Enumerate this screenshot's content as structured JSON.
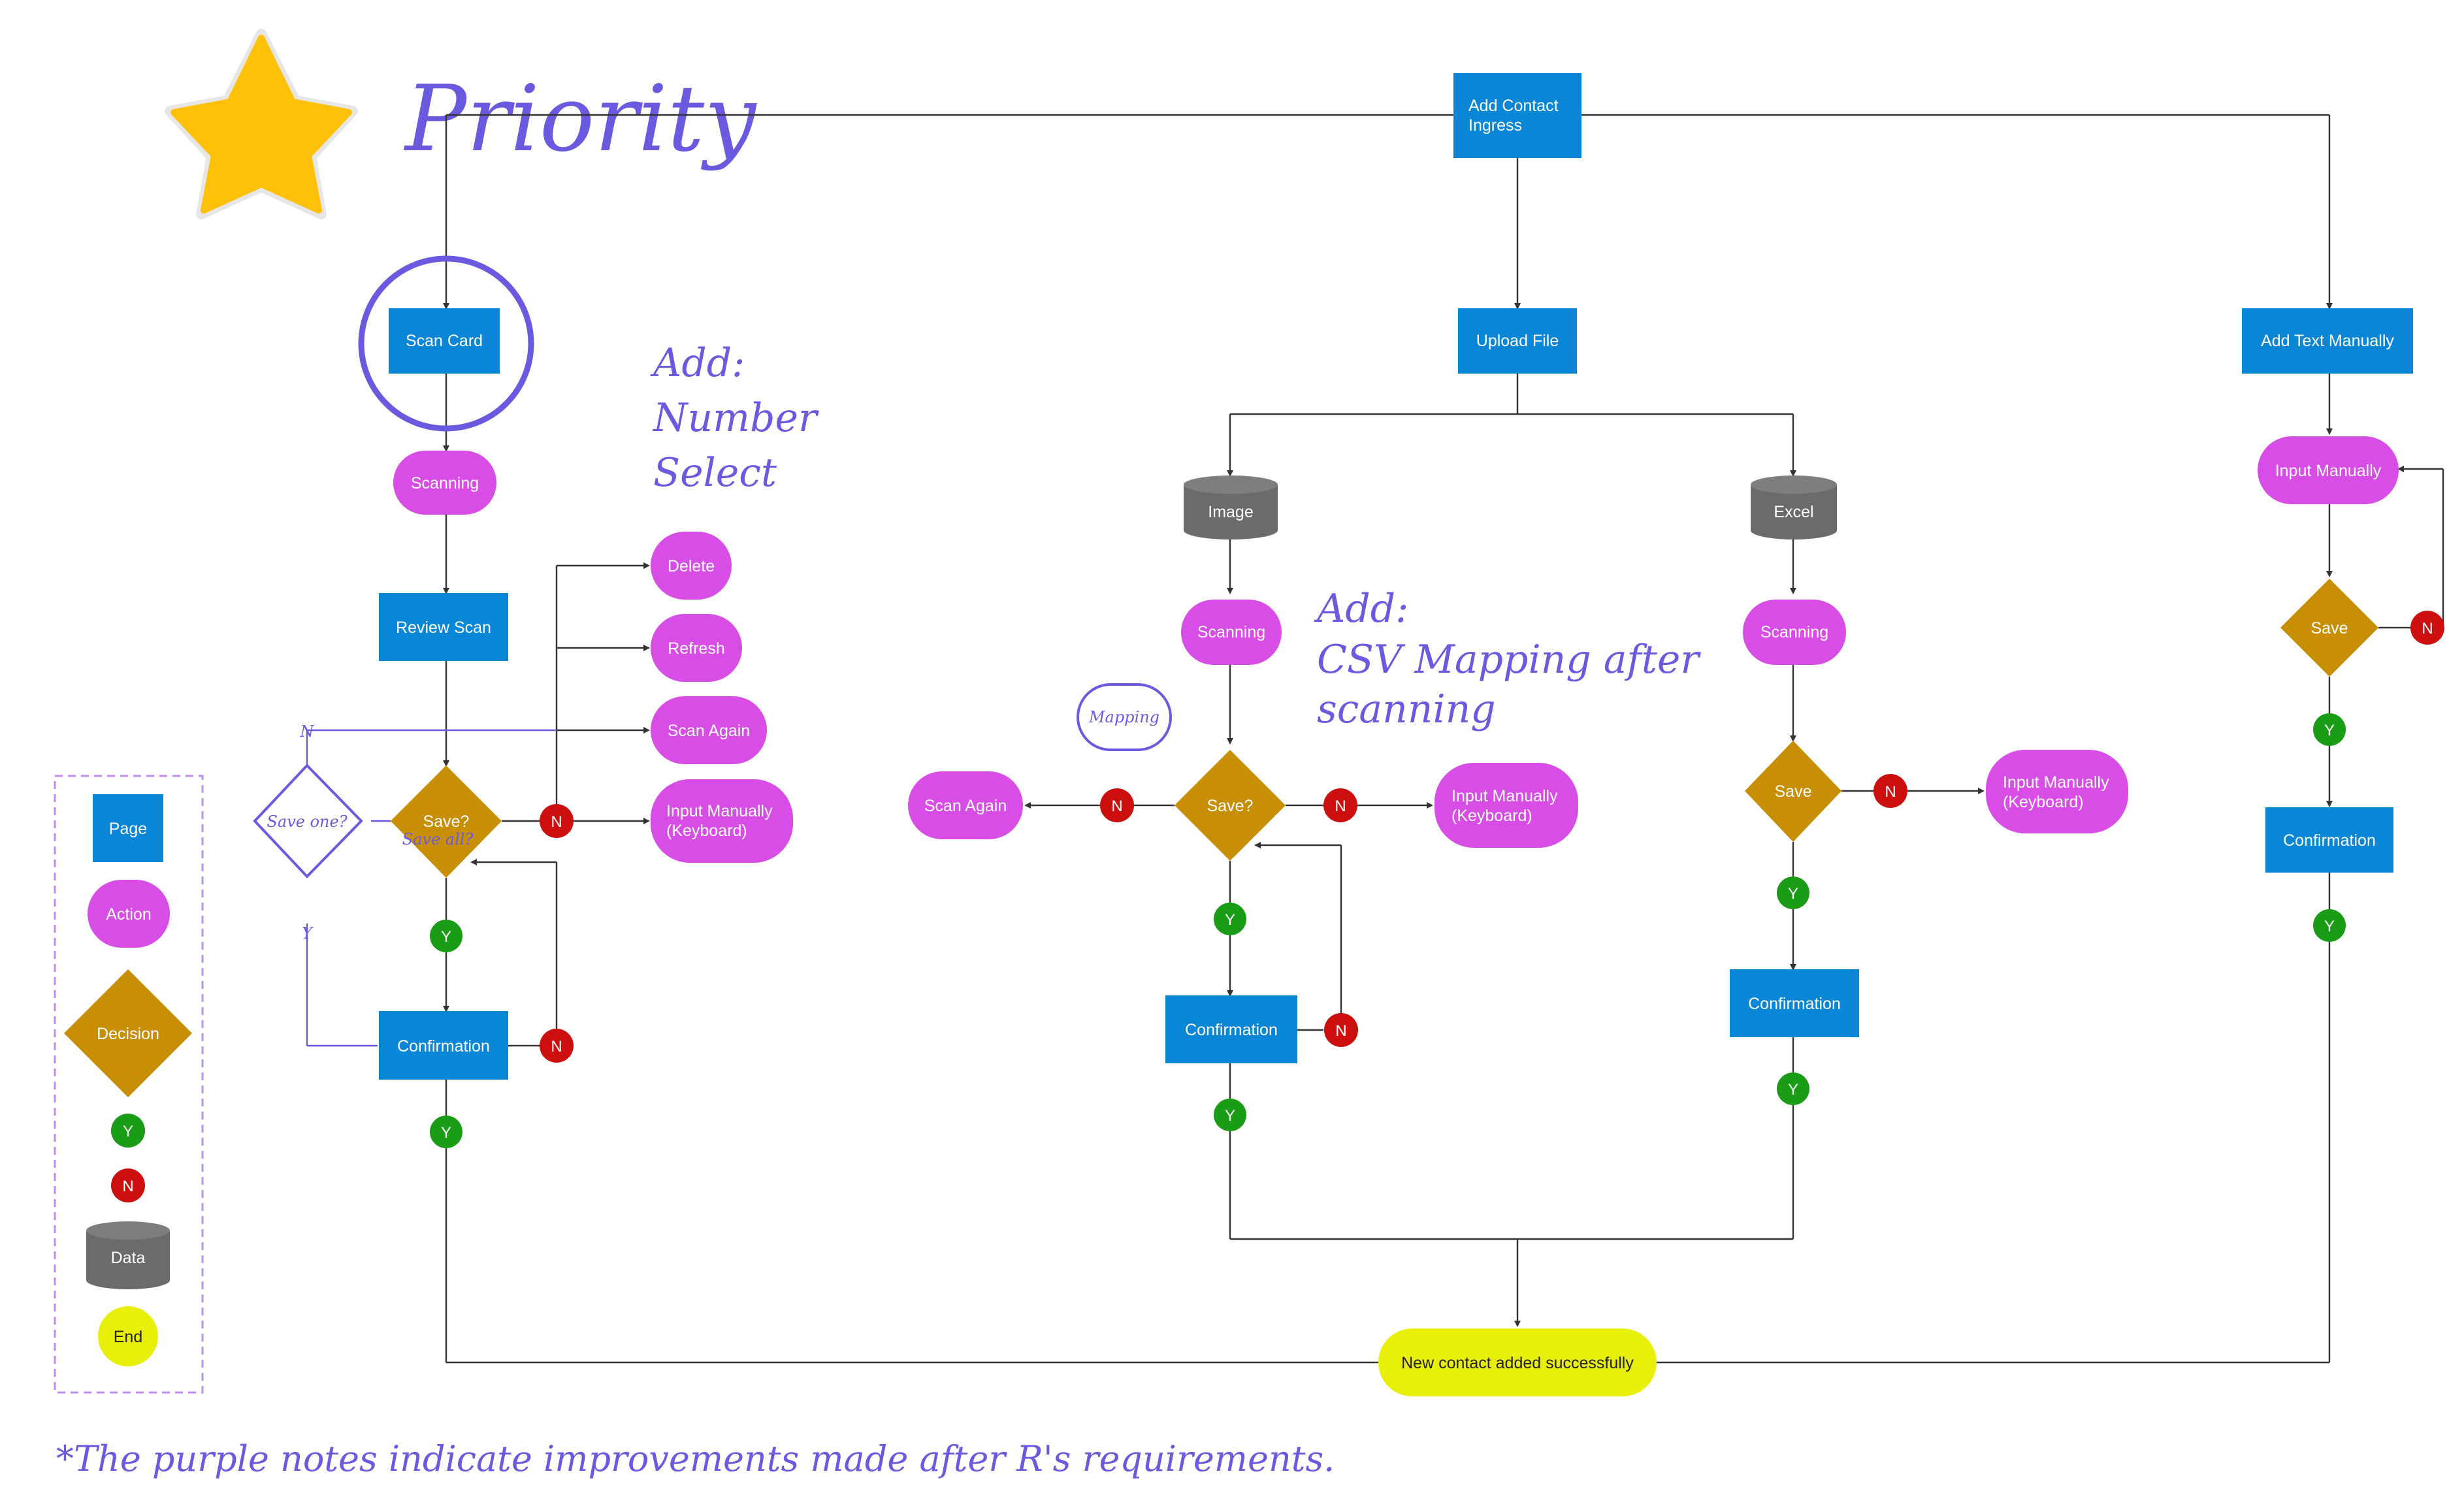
{
  "title": "Priority",
  "colors": {
    "page": "#0a86d6",
    "action": "#d84de6",
    "decision": "#c98f04",
    "yes": "#1a9c16",
    "no": "#cc0e0e",
    "data": "#6b6b6b",
    "end": "#e8f00a",
    "note": "#6a5ae0",
    "star": "#ffc107"
  },
  "nodes": {
    "add_contact_ingress": [
      "Add Contact",
      "Ingress"
    ],
    "scan_card": "Scan Card",
    "upload_file": "Upload File",
    "add_text_manually": "Add Text Manually",
    "scanning": "Scanning",
    "review_scan": "Review Scan",
    "delete": "Delete",
    "refresh": "Refresh",
    "scan_again": "Scan Again",
    "input_manually_keyboard": [
      "Input Manually",
      "(Keyboard)"
    ],
    "save_q": "Save?",
    "save": "Save",
    "confirmation": "Confirmation",
    "image": "Image",
    "excel": "Excel",
    "input_manually": "Input Manually",
    "y": "Y",
    "n": "N",
    "end": "New contact added successfully"
  },
  "notes": {
    "add_number_select": [
      "Add:",
      "Number",
      "Select"
    ],
    "add_csv_mapping": [
      "Add:",
      "CSV Mapping after",
      "scanning"
    ],
    "mapping": "Mapping",
    "save_one": "Save one?",
    "save_all": "Save all?",
    "n_mark": "N",
    "y_mark": "Y",
    "footer": "*The purple notes indicate improvements made after R's requirements."
  },
  "legend": {
    "page": "Page",
    "action": "Action",
    "decision": "Decision",
    "y": "Y",
    "n": "N",
    "data": "Data",
    "end": "End"
  }
}
